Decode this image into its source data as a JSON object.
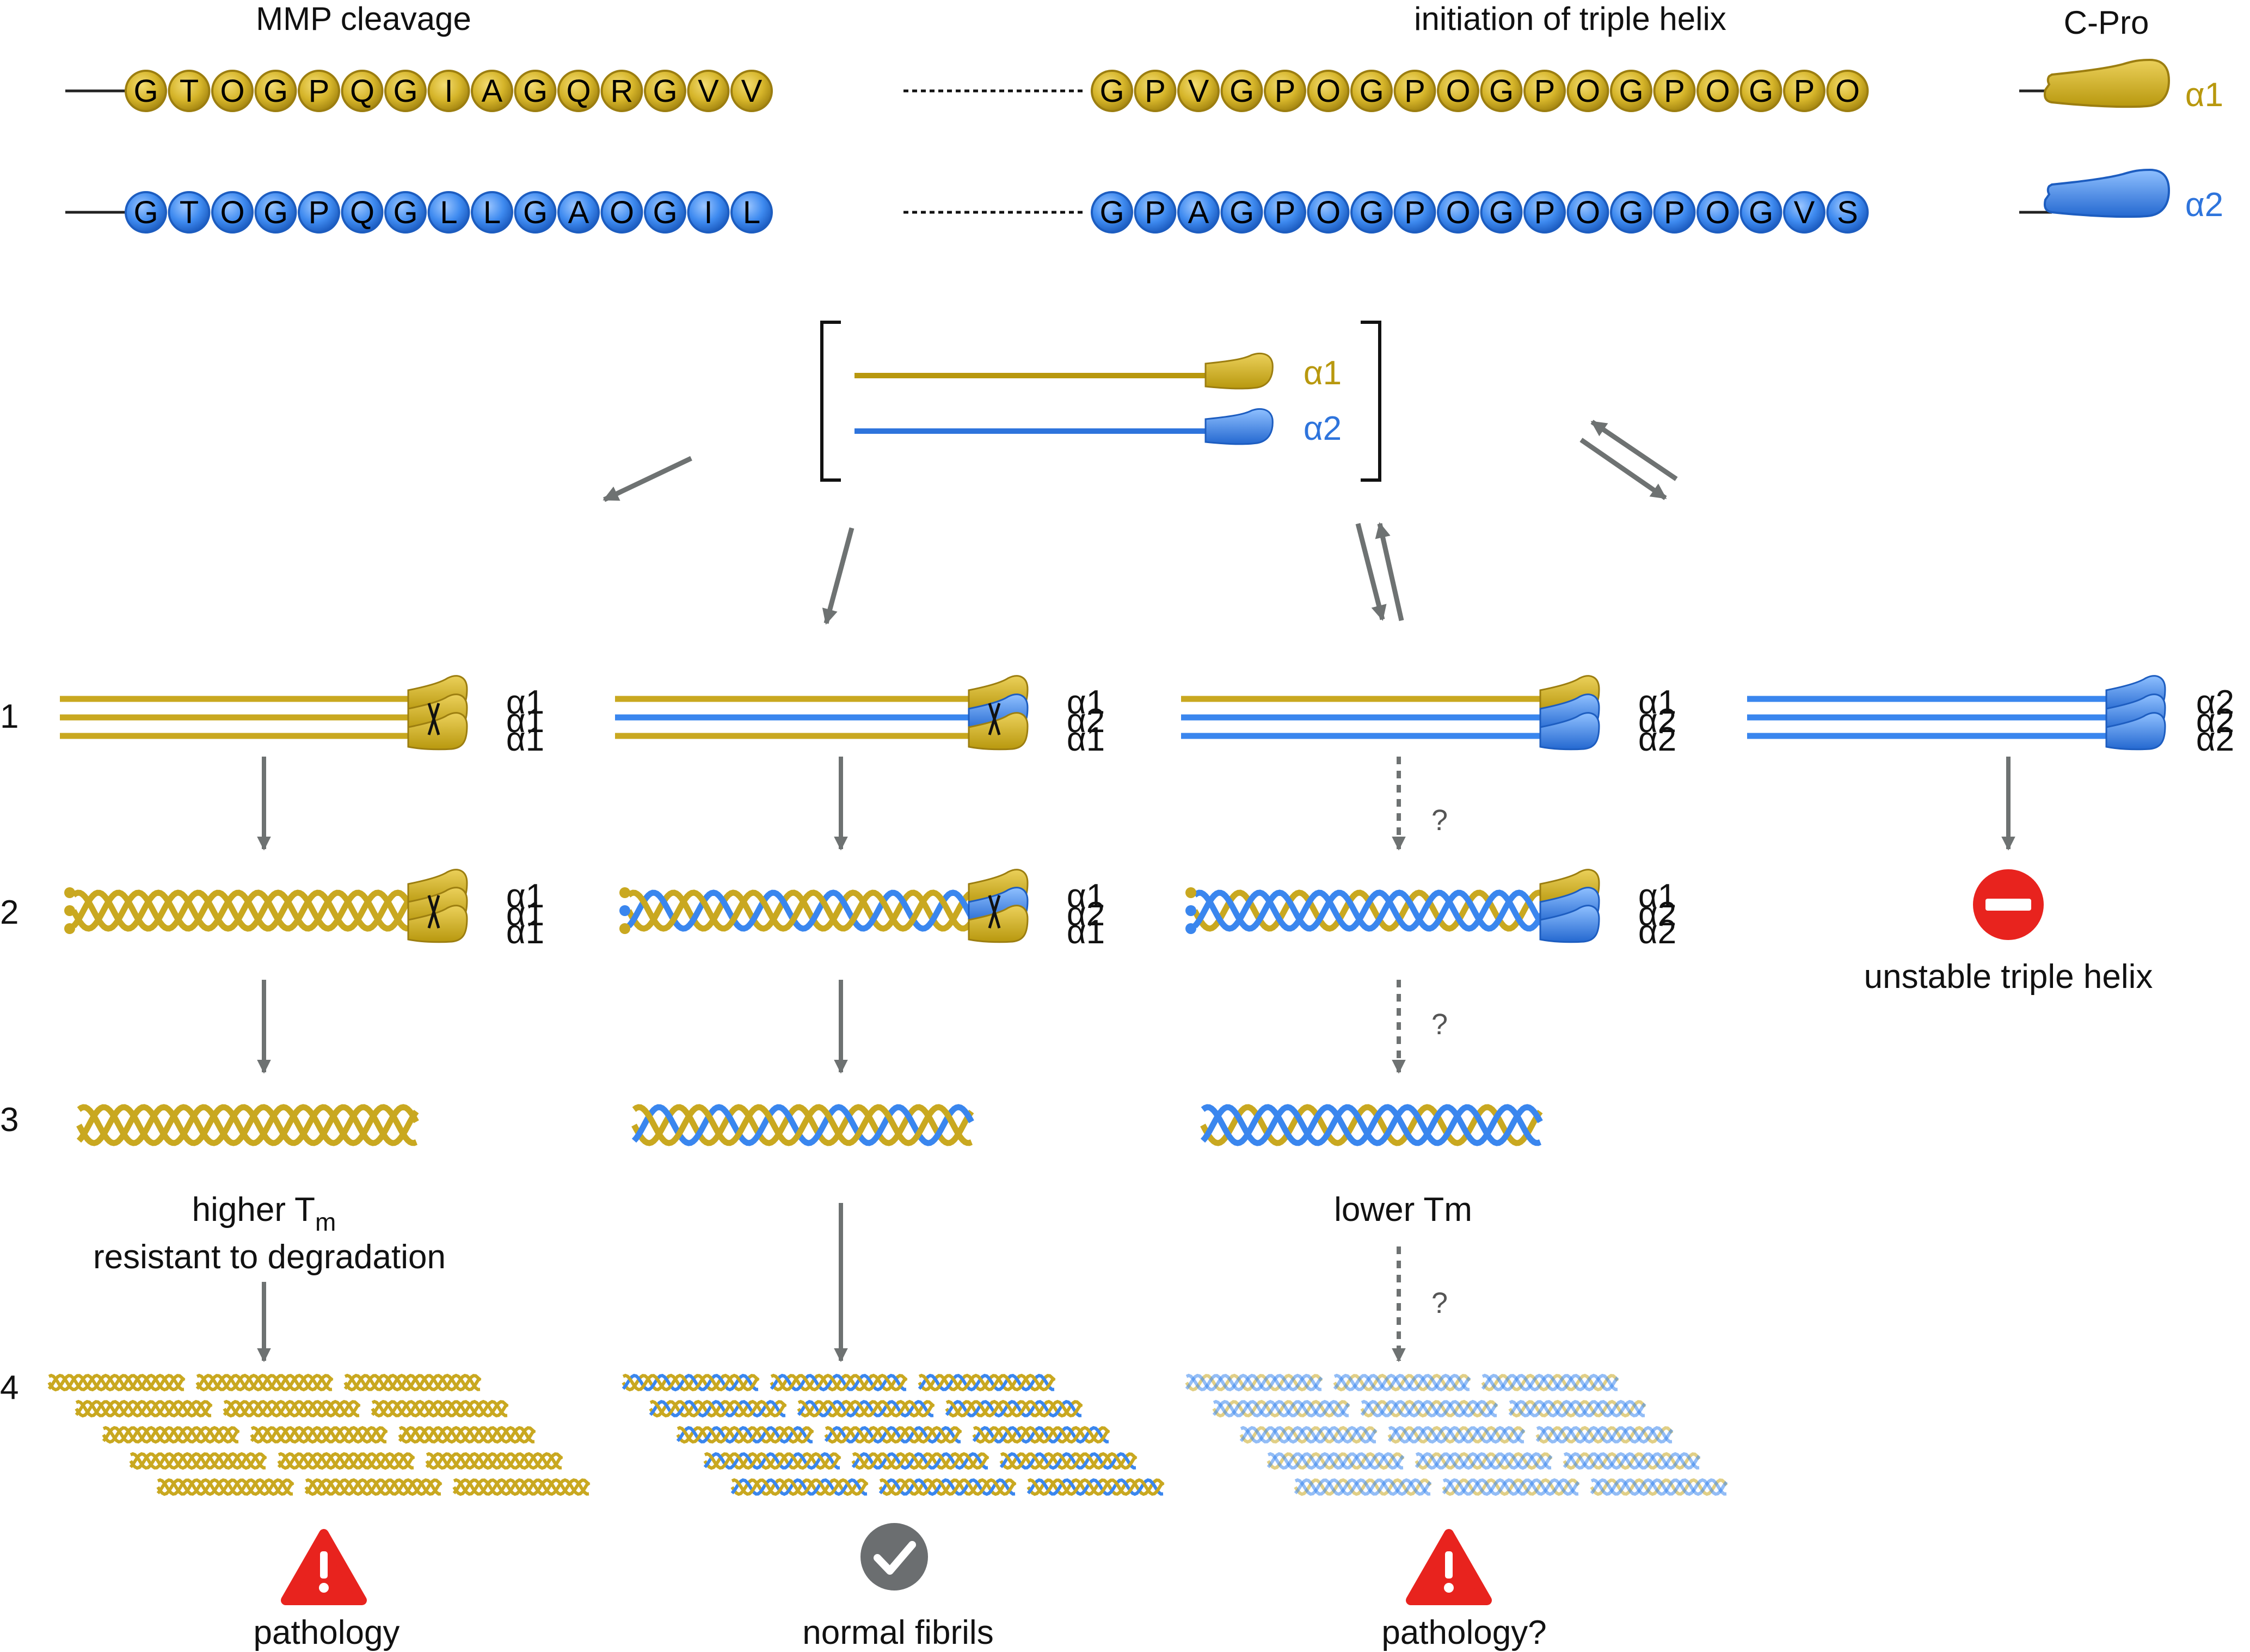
{
  "header": {
    "mmp_cleavage": "MMP cleavage",
    "initiation": "initiation of triple helix",
    "c_pro": "C-Pro"
  },
  "chains": {
    "a1": {
      "label": "α1",
      "left_residues": [
        "G",
        "T",
        "O",
        "G",
        "P",
        "Q",
        "G",
        "I",
        "A",
        "G",
        "Q",
        "R",
        "G",
        "V",
        "V"
      ],
      "right_residues": [
        "G",
        "P",
        "V",
        "G",
        "P",
        "O",
        "G",
        "P",
        "O",
        "G",
        "P",
        "O",
        "G",
        "P",
        "O",
        "G",
        "P",
        "O"
      ]
    },
    "a2": {
      "label": "α2",
      "left_residues": [
        "G",
        "T",
        "O",
        "G",
        "P",
        "Q",
        "G",
        "L",
        "L",
        "G",
        "A",
        "O",
        "G",
        "I",
        "L"
      ],
      "right_residues": [
        "G",
        "P",
        "A",
        "G",
        "P",
        "O",
        "G",
        "P",
        "O",
        "G",
        "P",
        "O",
        "G",
        "P",
        "O",
        "G",
        "V",
        "S"
      ]
    }
  },
  "rows": [
    "1",
    "2",
    "3",
    "4"
  ],
  "columns": [
    {
      "chains": [
        "α1",
        "α1",
        "α1"
      ],
      "text1": "higher T",
      "text1_sub": "m",
      "text2": "resistant to degradation",
      "outcome": "pathology",
      "outcome_icon": "warning-icon"
    },
    {
      "chains": [
        "α1",
        "α2",
        "α1"
      ],
      "outcome": "normal fibrils",
      "outcome_icon": "check-icon"
    },
    {
      "chains": [
        "α1",
        "α2",
        "α2"
      ],
      "text1": "lower Tm",
      "outcome": "pathology?",
      "outcome_icon": "warning-icon",
      "question_mark": "?"
    },
    {
      "chains": [
        "α2",
        "α2",
        "α2"
      ],
      "outcome": "unstable triple helix",
      "outcome_icon": "no-entry-icon"
    }
  ],
  "colors": {
    "gold": "#C9A820",
    "gold_dark": "#9C7E10",
    "blue": "#3A86EE",
    "blue_dark": "#1D5DC0",
    "arrow": "#6E7272",
    "warning": "#E8231E"
  }
}
